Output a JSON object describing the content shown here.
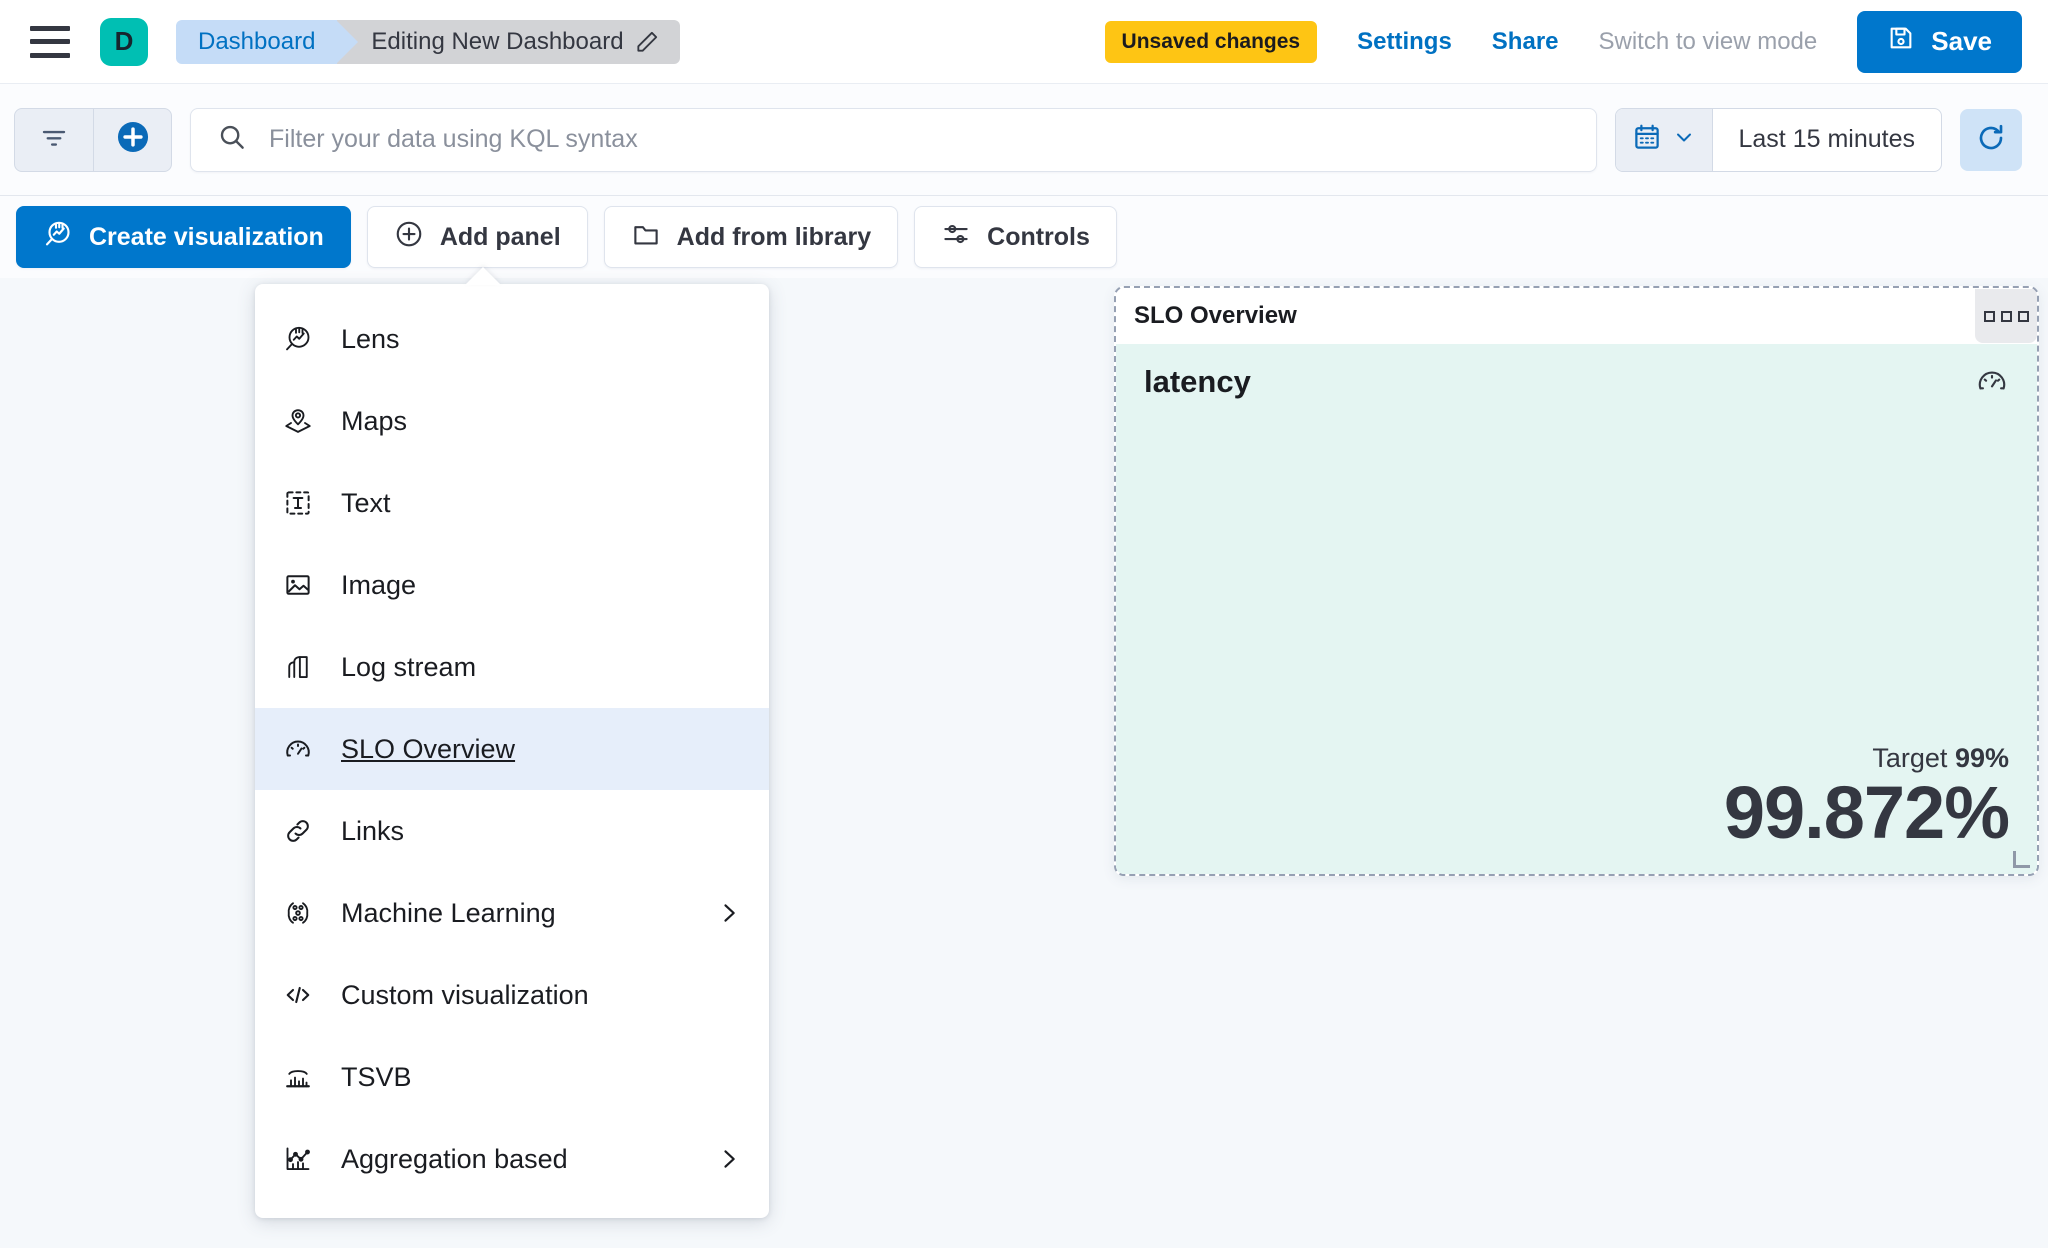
{
  "header": {
    "menu_icon": "hamburger-icon",
    "space_initial": "D",
    "breadcrumb": {
      "root": "Dashboard",
      "current": "Editing New Dashboard",
      "edit_icon": "pencil-icon"
    },
    "unsaved_badge": "Unsaved changes",
    "settings_link": "Settings",
    "share_link": "Share",
    "view_mode_link": "Switch to view mode",
    "save_label": "Save",
    "save_icon": "save-disk-icon"
  },
  "query_bar": {
    "filter_icon": "filter-icon",
    "add_filter_icon": "plus-circle-icon",
    "search_icon": "search-icon",
    "search_value": "",
    "search_placeholder": "Filter your data using KQL syntax",
    "calendar_icon": "calendar-icon",
    "date_range": "Last 15 minutes",
    "refresh_icon": "refresh-icon"
  },
  "toolbar": {
    "create_visualization": "Create visualization",
    "create_visualization_icon": "lens-icon",
    "add_panel": "Add panel",
    "add_panel_icon": "plus-circle-outline-icon",
    "add_from_library": "Add from library",
    "add_from_library_icon": "folder-icon",
    "controls": "Controls",
    "controls_icon": "controls-icon"
  },
  "add_panel_menu": {
    "items": [
      {
        "label": "Lens",
        "icon": "lens-icon",
        "selected": false,
        "has_submenu": false
      },
      {
        "label": "Maps",
        "icon": "map-marker-layers-icon",
        "selected": false,
        "has_submenu": false
      },
      {
        "label": "Text",
        "icon": "text-box-icon",
        "selected": false,
        "has_submenu": false
      },
      {
        "label": "Image",
        "icon": "image-icon",
        "selected": false,
        "has_submenu": false
      },
      {
        "label": "Log stream",
        "icon": "log-stream-icon",
        "selected": false,
        "has_submenu": false
      },
      {
        "label": "SLO Overview",
        "icon": "gauge-icon",
        "selected": true,
        "has_submenu": false
      },
      {
        "label": "Links",
        "icon": "link-icon",
        "selected": false,
        "has_submenu": false
      },
      {
        "label": "Machine Learning",
        "icon": "machine-learning-icon",
        "selected": false,
        "has_submenu": true
      },
      {
        "label": "Custom visualization",
        "icon": "code-icon",
        "selected": false,
        "has_submenu": false
      },
      {
        "label": "TSVB",
        "icon": "tsvb-chart-icon",
        "selected": false,
        "has_submenu": false
      },
      {
        "label": "Aggregation based",
        "icon": "aggregation-chart-icon",
        "selected": false,
        "has_submenu": true
      }
    ]
  },
  "slo_panel": {
    "title": "SLO Overview",
    "panel_menu_icon": "panel-context-menu-icon",
    "slo_name": "latency",
    "gauge_icon": "gauge-icon",
    "target_label": "Target",
    "target_value": "99%",
    "current_value": "99.872%",
    "resize_handle_icon": "resize-handle-icon"
  },
  "colors": {
    "accent_blue": "#0077cc",
    "link_blue": "#0071c2",
    "warning_yellow": "#fec514",
    "space_teal": "#00bfb3",
    "slo_body_mint": "#e4f5f2",
    "menu_highlight": "#e6eefa"
  }
}
